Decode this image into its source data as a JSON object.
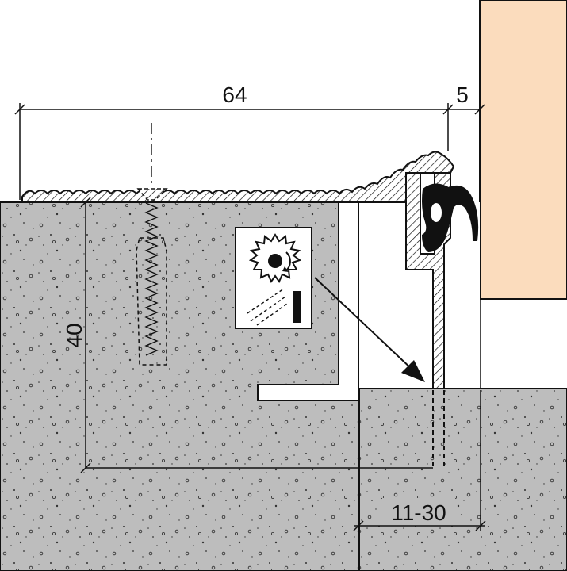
{
  "dimensions": {
    "width": "64",
    "gap": "5",
    "height": "40",
    "range": "11-30"
  },
  "colors": {
    "concrete": "#bdbdbd",
    "door": "#fbdcbd",
    "seal": "#111111",
    "profile": "#ffffff",
    "line": "#111111"
  },
  "icons": {
    "cut_symbol": "saw-blade-icon"
  }
}
